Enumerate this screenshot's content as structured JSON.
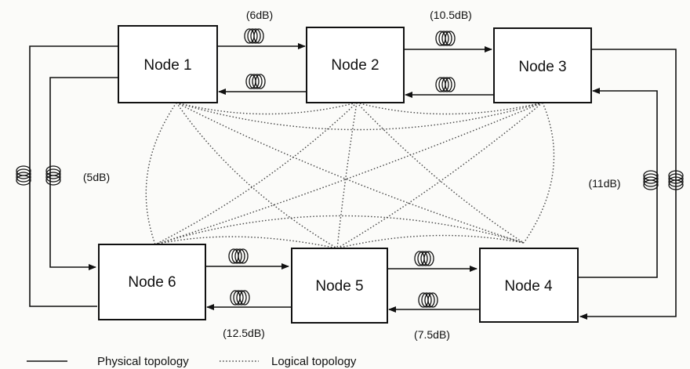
{
  "nodes": {
    "n1": "Node 1",
    "n2": "Node 2",
    "n3": "Node 3",
    "n4": "Node 4",
    "n5": "Node 5",
    "n6": "Node 6"
  },
  "links": {
    "n1_n2": "(6dB)",
    "n2_n3": "(10.5dB)",
    "n3_n4": "(11dB)",
    "n4_n5": "(7.5dB)",
    "n5_n6": "(12.5dB)",
    "n6_n1": "(5dB)"
  },
  "legend": {
    "physical": "Physical topology",
    "logical": "Logical topology"
  },
  "icons": {
    "fiber_spool": "fiber-spool-icon"
  }
}
